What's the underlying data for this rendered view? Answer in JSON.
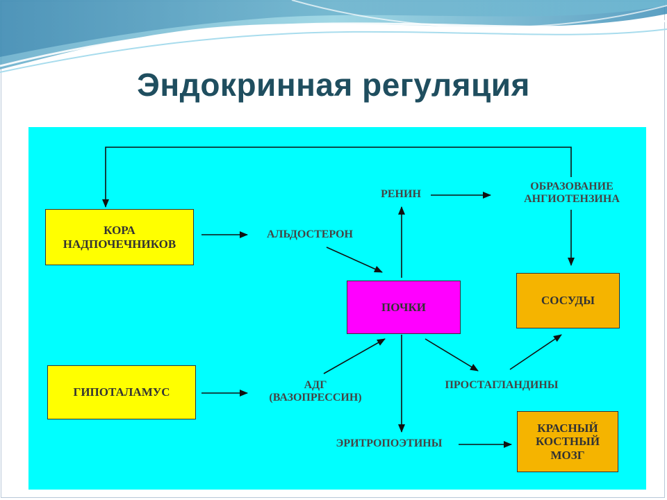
{
  "slide": {
    "title": "Эндокринная регуляция"
  },
  "diagram": {
    "boxes": {
      "adrenal_cortex": "КОРА\nНАДПОЧЕЧНИКОВ",
      "hypothalamus": "ГИПОТАЛАМУС",
      "kidneys": "ПОЧКИ",
      "vessels": "СОСУДЫ",
      "bone_marrow": "КРАСНЫЙ\nКОСТНЫЙ\nМОЗГ"
    },
    "labels": {
      "renin": "РЕНИН",
      "angiotensin": "ОБРАЗОВАНИЕ\nАНГИОТЕНЗИНА",
      "aldosterone": "АЛЬДОСТЕРОН",
      "adh": "АДГ\n(ВАЗОПРЕССИН)",
      "prostaglandins": "ПРОСТАГЛАНДИНЫ",
      "erythropoietins": "ЭРИТРОПОЭТИНЫ"
    },
    "colors": {
      "panel": "#00ffff",
      "yellow_box": "#ffff00",
      "kidney_box": "#ff00ff",
      "orange_box": "#f5b400"
    }
  }
}
